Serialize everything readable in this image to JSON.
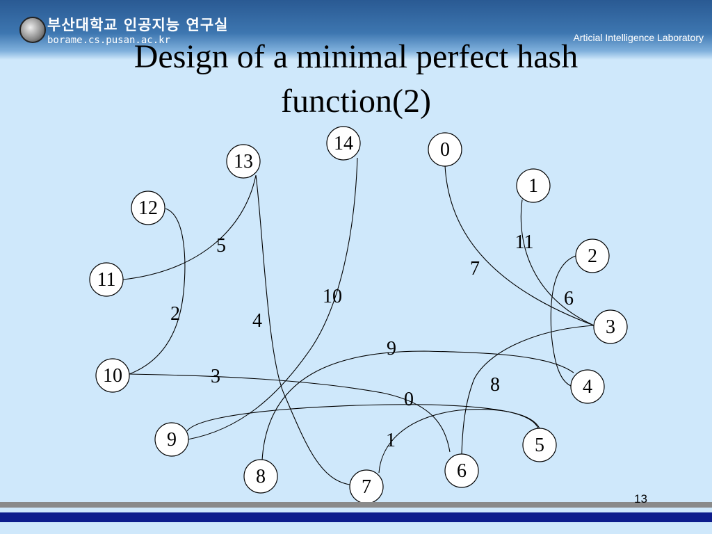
{
  "header": {
    "institution": "부산대학교 인공지능 연구실",
    "url": "borame.cs.pusan.ac.kr",
    "lab": "Articial Intelligence Laboratory"
  },
  "slide": {
    "title_line1": "Design of a minimal perfect hash",
    "title_line2": "function(2)",
    "page_number": "13"
  },
  "graph": {
    "nodes": [
      {
        "id": "0",
        "label": "0"
      },
      {
        "id": "1",
        "label": "1"
      },
      {
        "id": "2",
        "label": "2"
      },
      {
        "id": "3",
        "label": "3"
      },
      {
        "id": "4",
        "label": "4"
      },
      {
        "id": "5",
        "label": "5"
      },
      {
        "id": "6",
        "label": "6"
      },
      {
        "id": "7",
        "label": "7"
      },
      {
        "id": "8",
        "label": "8"
      },
      {
        "id": "9",
        "label": "9"
      },
      {
        "id": "10",
        "label": "10"
      },
      {
        "id": "11",
        "label": "11"
      },
      {
        "id": "12",
        "label": "12"
      },
      {
        "id": "13",
        "label": "13"
      },
      {
        "id": "14",
        "label": "14"
      }
    ],
    "edges": [
      {
        "from": "13",
        "to": "11",
        "label": "5"
      },
      {
        "from": "12",
        "to": "10",
        "label": "2"
      },
      {
        "from": "13",
        "to": "7",
        "label": "4"
      },
      {
        "from": "14",
        "to": "9",
        "label": "10"
      },
      {
        "from": "0",
        "to": "3",
        "label": "7"
      },
      {
        "from": "1",
        "to": "3",
        "label": "11"
      },
      {
        "from": "2",
        "to": "4",
        "label": "6"
      },
      {
        "from": "8",
        "to": "4",
        "label": "9"
      },
      {
        "from": "10",
        "to": "6",
        "label": "3"
      },
      {
        "from": "9",
        "to": "5",
        "label": "0"
      },
      {
        "from": "7",
        "to": "5",
        "label": "1"
      },
      {
        "from": "3",
        "to": "6",
        "label": "8"
      }
    ]
  }
}
